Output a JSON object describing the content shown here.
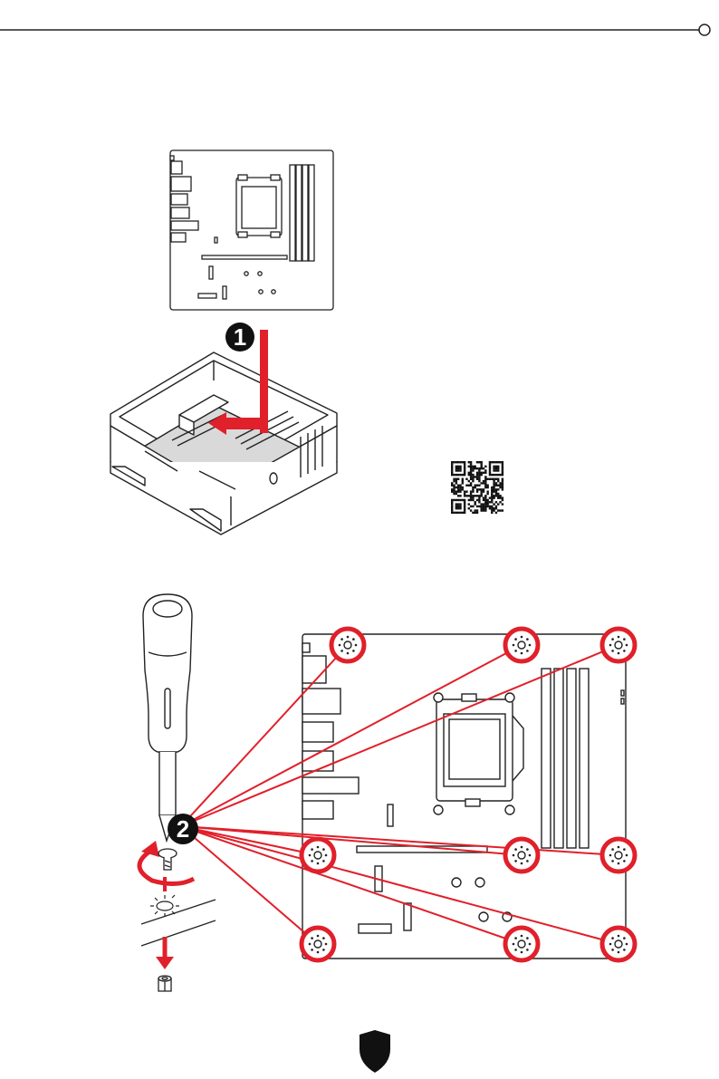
{
  "colors": {
    "accent": "#e0202a",
    "line": "#222222",
    "board_fill": "#ffffff",
    "tray_fill": "#d9d9d9",
    "page": "#ffffff"
  },
  "icons": {
    "qr": "qr-code-icon",
    "shield": "shield-logo-icon",
    "screwdriver": "screwdriver-icon",
    "screw": "screw-icon",
    "standoff": "standoff-icon",
    "mount_hole": "mount-hole-icon"
  },
  "steps": {
    "one": "1",
    "two": "2"
  },
  "mount_points_count": 9
}
